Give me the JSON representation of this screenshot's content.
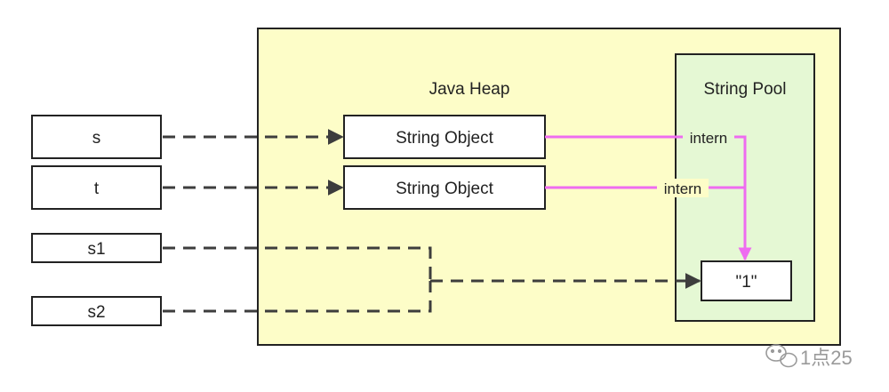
{
  "heap": {
    "title": "Java Heap"
  },
  "pool": {
    "title": "String Pool",
    "literal": "\"1\""
  },
  "variables": [
    "s",
    "t",
    "s1",
    "s2"
  ],
  "objects": [
    "String Object",
    "String Object"
  ],
  "intern_labels": [
    "intern",
    "intern"
  ],
  "watermark": {
    "text": "1点25"
  },
  "colors": {
    "heap_fill": "#fdfdc8",
    "pool_fill": "#e5f8d4",
    "intern_arrow": "#ee6cf0",
    "reference_line": "#3d3d3d"
  }
}
